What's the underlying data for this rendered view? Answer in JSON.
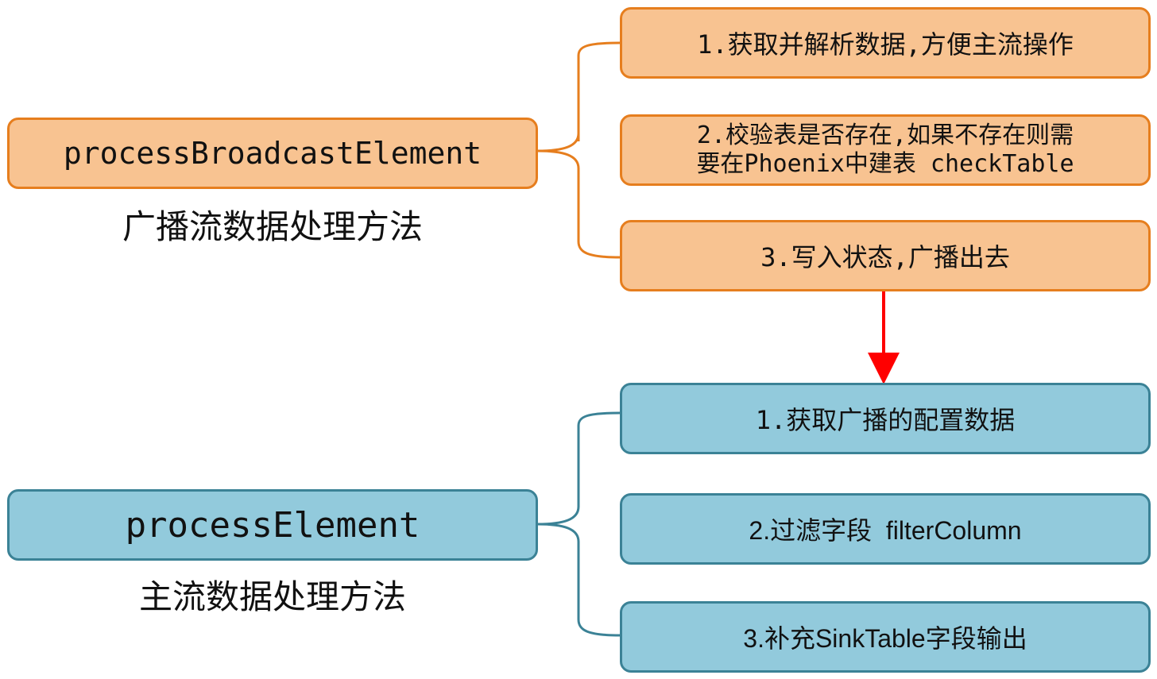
{
  "colors": {
    "orange_fill": "#f8c391",
    "orange_border": "#e67e1e",
    "teal_fill": "#92cadc",
    "teal_border": "#3b8296",
    "arrow": "#ff0000"
  },
  "broadcast": {
    "title": "processBroadcastElement",
    "caption": "广播流数据处理方法",
    "steps": [
      {
        "line1": "1.获取并解析数据,方便主流操作"
      },
      {
        "line1": "2.校验表是否存在,如果不存在则需",
        "line2": "要在Phoenix中建表 checkTable"
      },
      {
        "line1": "3.写入状态,广播出去"
      }
    ]
  },
  "main": {
    "title": "processElement",
    "caption": "主流数据处理方法",
    "steps": [
      {
        "line1": "1.获取广播的配置数据"
      },
      {
        "line1": "2.过滤字段  filterColumn"
      },
      {
        "line1": "3.补充SinkTable字段输出"
      }
    ]
  }
}
